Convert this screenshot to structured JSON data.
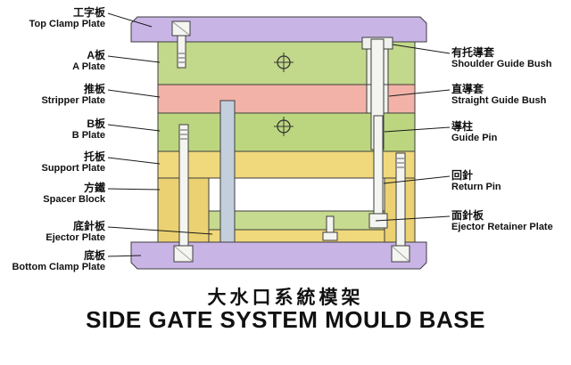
{
  "title": {
    "cn": "大水口系統模架",
    "en": "SIDE GATE SYSTEM MOULD BASE"
  },
  "left_labels": [
    {
      "cn": "工字板",
      "en": "Top Clamp Plate"
    },
    {
      "cn": "A板",
      "en": "A Plate"
    },
    {
      "cn": "推板",
      "en": "Stripper Plate"
    },
    {
      "cn": "B板",
      "en": "B Plate"
    },
    {
      "cn": "托板",
      "en": "Support Plate"
    },
    {
      "cn": "方鐵",
      "en": "Spacer Block"
    },
    {
      "cn": "底針板",
      "en": "Ejector Plate"
    },
    {
      "cn": "底板",
      "en": "Bottom Clamp Plate"
    }
  ],
  "right_labels": [
    {
      "cn": "有托導套",
      "en": "Shoulder Guide Bush"
    },
    {
      "cn": "直導套",
      "en": "Straight Guide Bush"
    },
    {
      "cn": "導柱",
      "en": "Guide Pin"
    },
    {
      "cn": "回針",
      "en": "Return Pin"
    },
    {
      "cn": "面針板",
      "en": "Ejector Retainer Plate"
    }
  ],
  "colors": {
    "clamp_plate": "#c9b4e6",
    "a_plate": "#c2d88a",
    "stripper_plate": "#f2b2a8",
    "b_plate": "#bcd680",
    "support_plate": "#f0d87c",
    "spacer_block": "#ecd172",
    "ejector_retainer": "#c6da90",
    "ejector_plate": "#f0d87c",
    "pin": "#f4f5f1",
    "bush": "#eef1ec",
    "pillar": "#c4cfdd"
  }
}
